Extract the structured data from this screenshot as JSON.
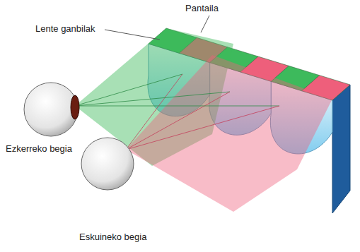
{
  "diagram": {
    "labels": [
      "Pantaila",
      "Lente ganbilak",
      "Ezkerreko begia",
      "Eskuineko begia"
    ]
  }
}
